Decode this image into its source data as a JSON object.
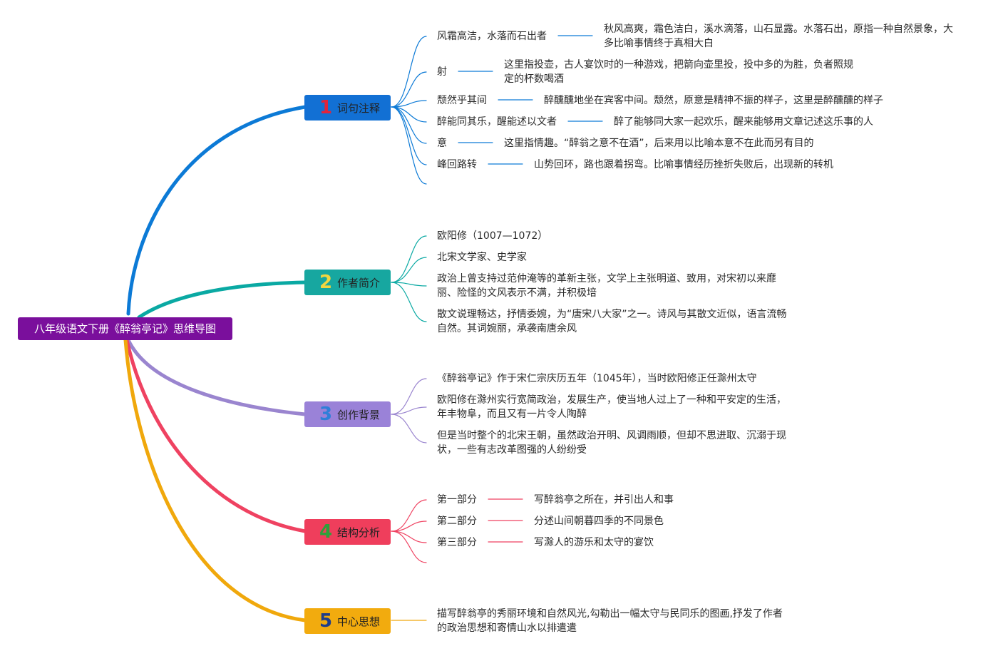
{
  "root": {
    "title": "八年级语文下册《醉翁亭记》思维导图",
    "color": "#7a0f9c"
  },
  "branches": [
    {
      "num": "1",
      "label": "词句注释",
      "bg": "#1270d4",
      "num_color": "#e0243c",
      "line_color": "#0c7ad6",
      "items": [
        {
          "text": "风霜高洁，水落而石出者",
          "detail": "秋风高爽，霜色洁白，溪水滴落，山石显露。水落石出，原指一种自然景象，大多比喻事情终于真相大白"
        },
        {
          "text": "射",
          "detail": "这里指投壶，古人宴饮时的一种游戏，把箭向壶里投，投中多的为胜，负者照规定的杯数喝酒"
        },
        {
          "text": "颓然乎其间",
          "detail": "醉醺醺地坐在宾客中间。颓然，原意是精神不振的样子，这里是醉醺醺的样子"
        },
        {
          "text": "醉能同其乐，醒能述以文者",
          "detail": "醉了能够同大家一起欢乐，醒来能够用文章记述这乐事的人"
        },
        {
          "text": "意",
          "detail": "这里指情趣。“醉翁之意不在酒”，后来用以比喻本意不在此而另有目的"
        },
        {
          "text": "峰回路转",
          "detail": "山势回环，路也跟着拐弯。比喻事情经历挫折失败后，出现新的转机"
        }
      ]
    },
    {
      "num": "2",
      "label": "作者简介",
      "bg": "#17a7a0",
      "num_color": "#f2d640",
      "line_color": "#0aa9a3",
      "items": [
        {
          "text": "欧阳修（1007—1072）"
        },
        {
          "text": "北宋文学家、史学家"
        },
        {
          "text": "政治上曾支持过范仲淹等的革新主张，文学上主张明道、致用，对宋初以来靡丽、险怪的文风表示不满，并积极培"
        },
        {
          "text": "散文说理畅达，抒情委婉，为“唐宋八大家”之一。诗风与其散文近似，语言流畅自然。其词婉丽，承袭南唐余风"
        }
      ]
    },
    {
      "num": "3",
      "label": "创作背景",
      "bg": "#9a82d8",
      "num_color": "#2f7fd8",
      "line_color": "#9a85cf",
      "items": [
        {
          "text": "《醉翁亭记》作于宋仁宗庆历五年（1045年），当时欧阳修正任滁州太守"
        },
        {
          "text": "欧阳修在滁州实行宽简政治，发展生产，使当地人过上了一种和平安定的生活，年丰物阜，而且又有一片令人陶醉"
        },
        {
          "text": "但是当时整个的北宋王朝，虽然政治开明、风调雨顺，但却不思进取、沉溺于现状，一些有志改革图强的人纷纷受"
        }
      ]
    },
    {
      "num": "4",
      "label": "结构分析",
      "bg": "#ef3e5c",
      "num_color": "#2ea03a",
      "line_color": "#ef4261",
      "items": [
        {
          "text": "第一部分",
          "detail": "写醉翁亭之所在，并引出人和事"
        },
        {
          "text": "第二部分",
          "detail": "分述山间朝暮四季的不同景色"
        },
        {
          "text": "第三部分",
          "detail": "写滁人的游乐和太守的宴饮"
        }
      ]
    },
    {
      "num": "5",
      "label": "中心思想",
      "bg": "#f2ab0e",
      "num_color": "#1f3d8a",
      "line_color": "#f0a80c",
      "items": [
        {
          "text": "描写醉翁亭的秀丽环境和自然风光,勾勒出一幅太守与民同乐的图画,抒发了作者的政治思想和寄情山水以排遣遣"
        }
      ]
    }
  ]
}
